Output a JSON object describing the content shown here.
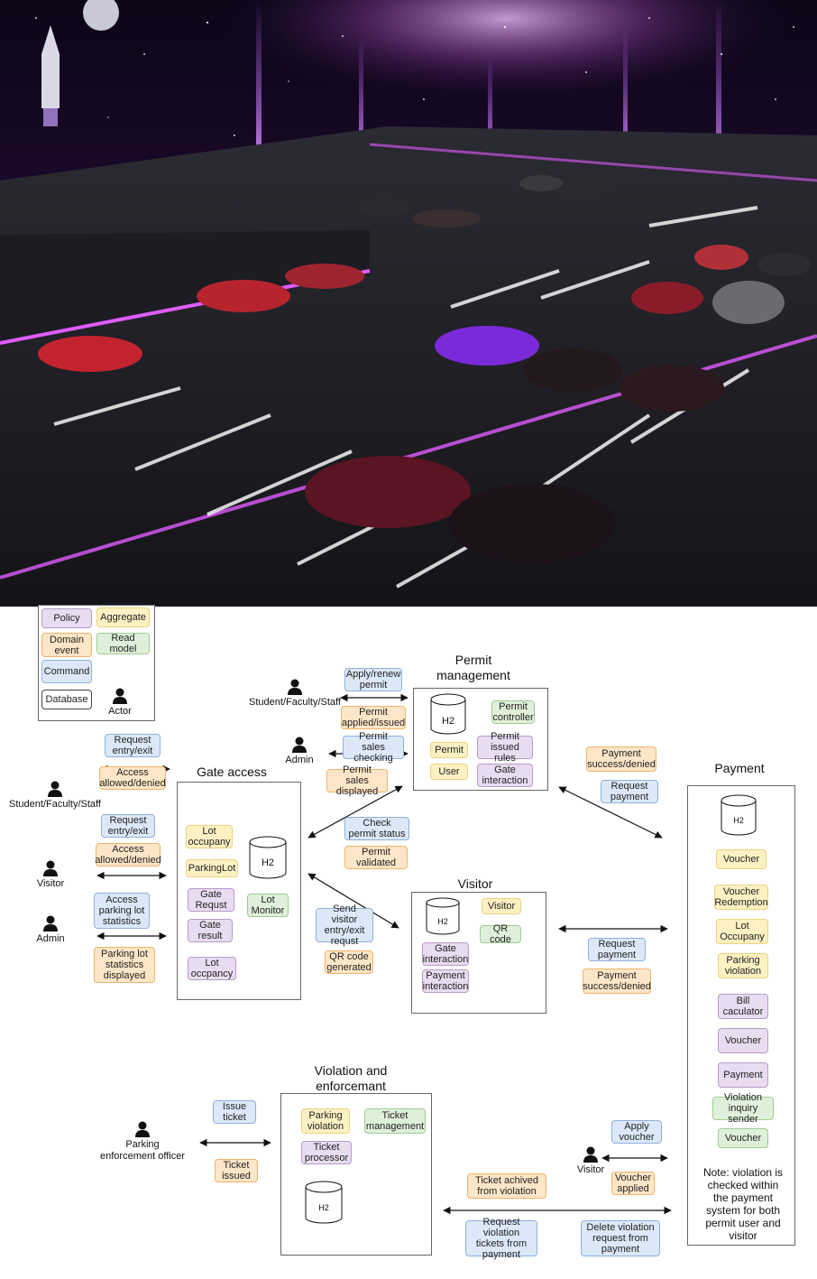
{
  "legend": {
    "policy": "Policy",
    "aggregate": "Aggregate",
    "domain_event": "Domain event",
    "read_model": "Read model",
    "command": "Command",
    "database": "Database",
    "actor": "Actor"
  },
  "permit": {
    "title": "Permit management",
    "db": "H2",
    "controller": "Permit controller",
    "permit": "Permit",
    "issued_rules": "Permit issued rules",
    "user": "User",
    "gate_interaction": "Gate interaction"
  },
  "permit_flows": {
    "actor_top": "Student/Faculty/Staff",
    "apply_renew": "Apply/renew permit",
    "applied_issued": "Permit applied/issued",
    "actor_admin": "Admin",
    "sales_checking": "Permit sales checking",
    "sales_displayed": "Permit sales displayed",
    "check_status": "Check permit status",
    "validated": "Permit validated"
  },
  "gate": {
    "title": "Gate access",
    "lot_occupancy": "Lot occupany",
    "parkinglot": "ParkingLot",
    "gate_request": "Gate Requst",
    "gate_result": "Gate result",
    "lot_occpancy": "Lot occpancy",
    "db": "H2",
    "lot_monitor": "Lot Monitor"
  },
  "gate_flows": {
    "request1": "Request entry/exit",
    "allowed1": "Access allowed/denied",
    "actor_sfs": "Student/Faculty/Staff",
    "request2": "Request entry/exit",
    "allowed2": "Access allowed/denied",
    "actor_visitor": "Visitor",
    "stats_access": "Access parking lot statistics",
    "actor_admin": "Admin",
    "stats_displayed": "Parking lot statistics displayed"
  },
  "visitor": {
    "title": "Visitor",
    "db": "H2",
    "visitor": "Visitor",
    "qr": "QR code",
    "gate_interaction": "Gate interaction",
    "payment_interaction": "Payment interaction"
  },
  "visitor_flows": {
    "send": "Send visitor entry/exit requst",
    "qr_generated": "QR code generated",
    "req_payment": "Request payment",
    "payment_result": "Payment success/denied"
  },
  "payment_flows": {
    "success": "Payment success/denied",
    "request": "Request payment"
  },
  "payment": {
    "title": "Payment",
    "db": "H2",
    "voucher1": "Voucher",
    "voucher_redemption": "Voucher Redemption",
    "lot_occupancy": "Lot Occupany",
    "parking_violation": "Parking violation",
    "bill": "Bill caculator",
    "voucher2": "Voucher",
    "payment": "Payment",
    "inquiry": "Violation inquiry sender",
    "voucher3": "Voucher",
    "note": "Note: violation is checked within the payment system for both permit user and visitor"
  },
  "violation": {
    "title": "Violation and enforcemant",
    "parking_violation": "Parking violation",
    "ticket_mgmt": "Ticket management",
    "ticket_processor": "Ticket processor",
    "db": "H2"
  },
  "violation_flows": {
    "actor": "Parking enforcement officer",
    "issue": "Issue ticket",
    "issued": "Ticket issued",
    "achived": "Ticket achived from violation",
    "req_tickets": "Request violation tickets from payment",
    "delete": "Delete violation request from payment",
    "actor_visitor": "Visitor",
    "apply_voucher": "Apply voucher",
    "voucher_applied": "Voucher applied"
  }
}
